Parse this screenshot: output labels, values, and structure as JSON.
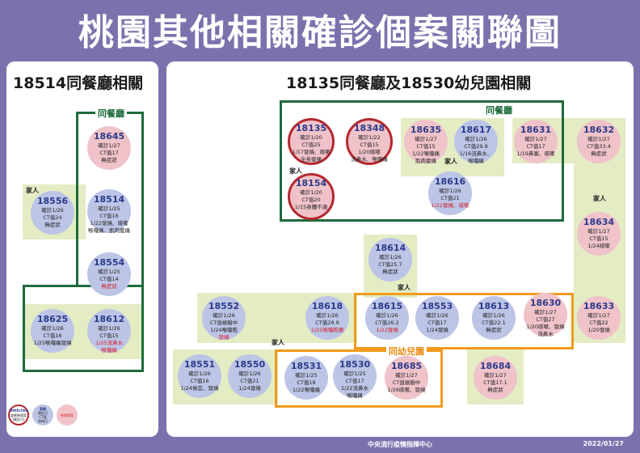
{
  "title": "桃園其他相關確診個案關聯圖",
  "left_section": {
    "title": "18514同餐廳相關",
    "frame_label": "同餐廳",
    "family_label": "家人"
  },
  "right_section": {
    "title": "18135同餐廳及18530幼兒園相關",
    "restaurant_label": "同餐廳",
    "kindergarten_label": "同幼兒園",
    "family_label": "家人"
  },
  "legend": {
    "omicron": [
      "Omicron",
      "變異株個案",
      "(確診日)"
    ],
    "case": [
      "案號",
      "確診日",
      "CT值",
      "發病日"
    ],
    "new": "新增個案"
  },
  "footer": {
    "center": "中央流行疫情指揮中心",
    "date": "2022/01/27"
  },
  "cases": {
    "c18645": {
      "id": "18645",
      "lines": [
        "確診1/27",
        "CT值17",
        "無症狀"
      ]
    },
    "c18556": {
      "id": "18556",
      "lines": [
        "確診1/26",
        "CT值24",
        "無症狀"
      ]
    },
    "c18514": {
      "id": "18514",
      "lines": [
        "確診1/25",
        "CT值16",
        "1/22發燒、咳嗽",
        "喉嚨痛、肌肉痠痛"
      ]
    },
    "c18554": {
      "id": "18554",
      "lines": [
        "確診1/25",
        "CT值14"
      ],
      "red": "無症狀"
    },
    "c18625": {
      "id": "18625",
      "lines": [
        "確診1/26",
        "CT值16",
        "1/25喉嚨痛發燒"
      ]
    },
    "c18612": {
      "id": "18612",
      "lines": [
        "確診1/26",
        "CT值15"
      ],
      "red": "1/25流鼻水",
      "red2": "喉嚨痛"
    },
    "c18135": {
      "id": "18135",
      "lines": [
        "確診1/20",
        "CT值25",
        "1/17發燒、咳嗽",
        "全身痠痛"
      ]
    },
    "c18348": {
      "id": "18348",
      "lines": [
        "確診1/22",
        "CT值15",
        "1/20咳嗽",
        "流鼻水、喉嚨痛"
      ]
    },
    "c18635": {
      "id": "18635",
      "lines": [
        "確診1/27",
        "CT值15",
        "1/22喉嚨痛",
        "肌肉痠痛"
      ]
    },
    "c18617": {
      "id": "18617",
      "lines": [
        "確診1/26",
        "CT值29.9",
        "1/16流鼻水、",
        "喉嚨痛"
      ]
    },
    "c18631": {
      "id": "18631",
      "lines": [
        "確診1/27",
        "CT值17",
        "1/19鼻塞、咳嗽"
      ]
    },
    "c18632": {
      "id": "18632",
      "lines": [
        "確診1/27",
        "CT值33.4",
        "無症狀"
      ]
    },
    "c18154": {
      "id": "18154",
      "lines": [
        "確診1/20",
        "CT值20",
        "1/15身體不適"
      ]
    },
    "c18616": {
      "id": "18616",
      "lines": [
        "確診1/26",
        "CT值21"
      ],
      "red": "1/22發燒、咳嗽"
    },
    "c18634": {
      "id": "18634",
      "lines": [
        "確診1/27",
        "CT值15",
        "1/24咳嗽"
      ]
    },
    "c18614": {
      "id": "18614",
      "lines": [
        "確診1/26",
        "CT值25.7",
        "無症狀"
      ]
    },
    "c18552": {
      "id": "18552",
      "lines": [
        "確診1/26",
        "CT值檢驗中",
        "1/24喉嚨乾"
      ],
      "red": "發燒"
    },
    "c18618": {
      "id": "18618",
      "lines": [
        "確診1/26",
        "CT值29.9"
      ],
      "red": "1/25喉嚨乾癢"
    },
    "c18615": {
      "id": "18615",
      "lines": [
        "確診1/26",
        "CT值26.2"
      ],
      "red": "1/22發燒"
    },
    "c18553": {
      "id": "18553",
      "lines": [
        "確診1/26",
        "CT值17",
        "1/24發燒"
      ]
    },
    "c18613": {
      "id": "18613",
      "lines": [
        "確診1/26",
        "CT值22.1",
        "無症狀"
      ]
    },
    "c18630": {
      "id": "18630",
      "lines": [
        "確診1/27",
        "CT值27",
        "1/20咳嗽、發燒",
        "流鼻水"
      ]
    },
    "c18633": {
      "id": "18633",
      "lines": [
        "確診1/27",
        "CT值22",
        "1/20發燒"
      ]
    },
    "c18551": {
      "id": "18551",
      "lines": [
        "確診1/26",
        "CT值16",
        "1/24倦怠、發燒"
      ]
    },
    "c18550": {
      "id": "18550",
      "lines": [
        "確診1/26",
        "CT值21",
        "1/24發燒"
      ]
    },
    "c18531": {
      "id": "18531",
      "lines": [
        "確診1/25",
        "CT值18",
        "1/22喉嚨痛"
      ]
    },
    "c18530": {
      "id": "18530",
      "lines": [
        "確診1/25",
        "CT值17",
        "1/22流鼻水",
        "喉嚨痛"
      ]
    },
    "c18685": {
      "id": "18685",
      "lines": [
        "確診1/27",
        "CT值檢驗中",
        "1/26咳嗽、發燒"
      ]
    },
    "c18684": {
      "id": "18684",
      "lines": [
        "確診1/27",
        "CT值17.1",
        "無症狀"
      ]
    }
  }
}
